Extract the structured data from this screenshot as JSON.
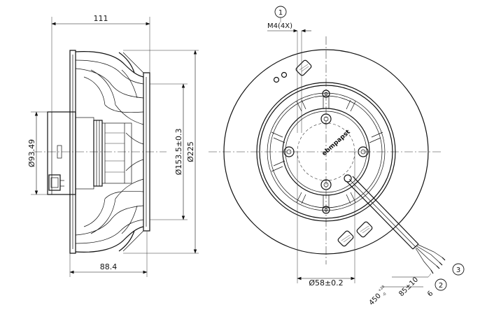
{
  "side_view": {
    "dim_width": "111",
    "dim_depth": "88.4",
    "dim_motor_dia": "Ø93.49",
    "dim_hub_dia": "Ø153.5±0.3",
    "dim_outer_dia": "Ø225"
  },
  "front_view": {
    "thread_label": "M4(4X)",
    "dim_bolt_circle": "Ø58±0.2",
    "dim_strip": "85±10",
    "dim_cable_length": "450",
    "dim_cable_tol_upper": "+20",
    "dim_cable_tol_lower": "-0",
    "dim_small": "6",
    "brand_text": "ebmpapst"
  },
  "callouts": [
    {
      "number": "1"
    },
    {
      "number": "2"
    },
    {
      "number": "3"
    }
  ]
}
